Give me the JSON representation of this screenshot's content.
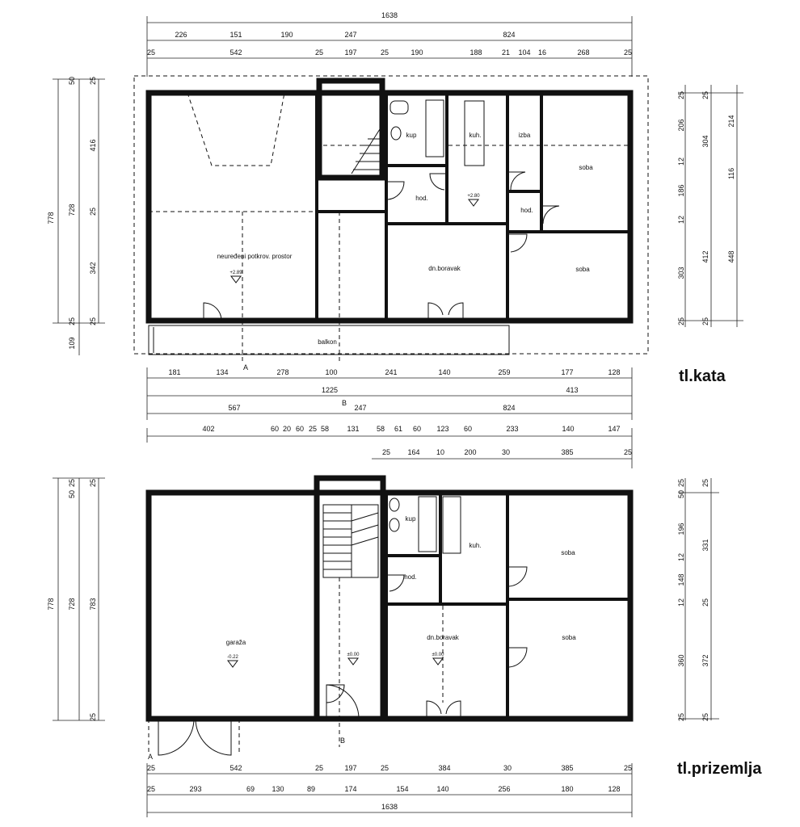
{
  "plans": [
    {
      "title": "tl.kata",
      "rooms": [
        {
          "label": "neuređeni potkrov. prostor",
          "level": "+2.89"
        },
        {
          "label": "kup"
        },
        {
          "label": "kuh."
        },
        {
          "label": "izba"
        },
        {
          "label": "soba"
        },
        {
          "label": "hod."
        },
        {
          "label": "hod."
        },
        {
          "label": "dn.boravak"
        },
        {
          "label": "soba"
        },
        {
          "label": "balkon"
        },
        {
          "label": "+2.80",
          "is_level": true
        }
      ],
      "dims_top_outer": "1638",
      "dims_top_1": [
        "226",
        "151",
        "190",
        "247",
        "824"
      ],
      "dims_top_2": [
        "25",
        "542",
        "25",
        "197",
        "25",
        "190",
        "188",
        "21",
        "104",
        "16",
        "268",
        "25"
      ],
      "dims_bottom_1": [
        "181",
        "134",
        "278",
        "100",
        "241",
        "140",
        "259",
        "177",
        "128"
      ],
      "dims_bottom_2": [
        "1225",
        "413"
      ],
      "dims_bottom_3": [
        "567",
        "247",
        "824"
      ],
      "dims_left_outer": [
        "778",
        "728"
      ],
      "dims_left_inner": [
        "50",
        "25",
        "416",
        "25",
        "342",
        "25",
        "109",
        "25",
        "25"
      ],
      "dims_right_inner": [
        "25",
        "206",
        "12",
        "186",
        "12",
        "303",
        "25"
      ],
      "dims_right_outer": [
        "25",
        "214",
        "304",
        "116",
        "412",
        "448",
        "25"
      ],
      "section_markers": [
        "A",
        "B"
      ]
    },
    {
      "title": "tl.prizemlja",
      "rooms": [
        {
          "label": "garaža",
          "level": "-0.22"
        },
        {
          "label": "kup"
        },
        {
          "label": "kuh."
        },
        {
          "label": "soba"
        },
        {
          "label": "hod."
        },
        {
          "label": "dn.boravak",
          "level": "±0.00"
        },
        {
          "label": "soba"
        },
        {
          "label": "±0.00",
          "is_level": true
        }
      ],
      "dims_top_1": [
        "402",
        "60",
        "20",
        "60",
        "25",
        "58",
        "131",
        "58",
        "61",
        "60",
        "123",
        "60",
        "233",
        "140",
        "147"
      ],
      "dims_top_2": [
        "25",
        "164",
        "10",
        "200",
        "30",
        "385",
        "25"
      ],
      "dims_left_outer": [
        "778",
        "728",
        "783"
      ],
      "dims_left_inner": [
        "25",
        "50",
        "25",
        "25"
      ],
      "dims_right_inner": [
        "25",
        "50",
        "196",
        "12",
        "148",
        "12",
        "360",
        "25"
      ],
      "dims_right_outer": [
        "25",
        "331",
        "25",
        "372",
        "25"
      ],
      "dims_bottom_1": [
        "25",
        "542",
        "25",
        "197",
        "25",
        "384",
        "30",
        "385",
        "25"
      ],
      "dims_bottom_2": [
        "25",
        "293",
        "69",
        "130",
        "89",
        "174",
        "154",
        "140",
        "256",
        "180",
        "128"
      ],
      "dims_bottom_outer": "1638",
      "section_markers": [
        "A",
        "B"
      ]
    }
  ]
}
